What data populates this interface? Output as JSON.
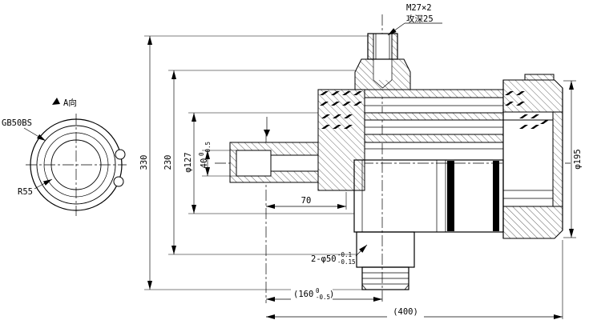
{
  "drawing": {
    "left_view": {
      "view_label": "A向",
      "callout_standard": "GB50BS",
      "callout_radius": "R55"
    },
    "thread_callout": {
      "spec": "M27×2",
      "depth_note": "攻深25"
    },
    "dimensions": {
      "overall_height": "330",
      "body_height": "230",
      "bore_diameter": "φ127",
      "port_width": {
        "base": "40",
        "upper": "0",
        "lower": "-0.5"
      },
      "port_offset": "70",
      "shaft_diameter": {
        "base": "2-φ50",
        "upper": "-0.1",
        "lower": "-0.15"
      },
      "length_160": {
        "open": "(160",
        "upper": "0",
        "lower": "-0.5",
        "close": ")"
      },
      "overall_length": "(400)",
      "flange_diameter": "φ195"
    },
    "colors": {
      "line": "#000000",
      "background": "#ffffff"
    }
  }
}
